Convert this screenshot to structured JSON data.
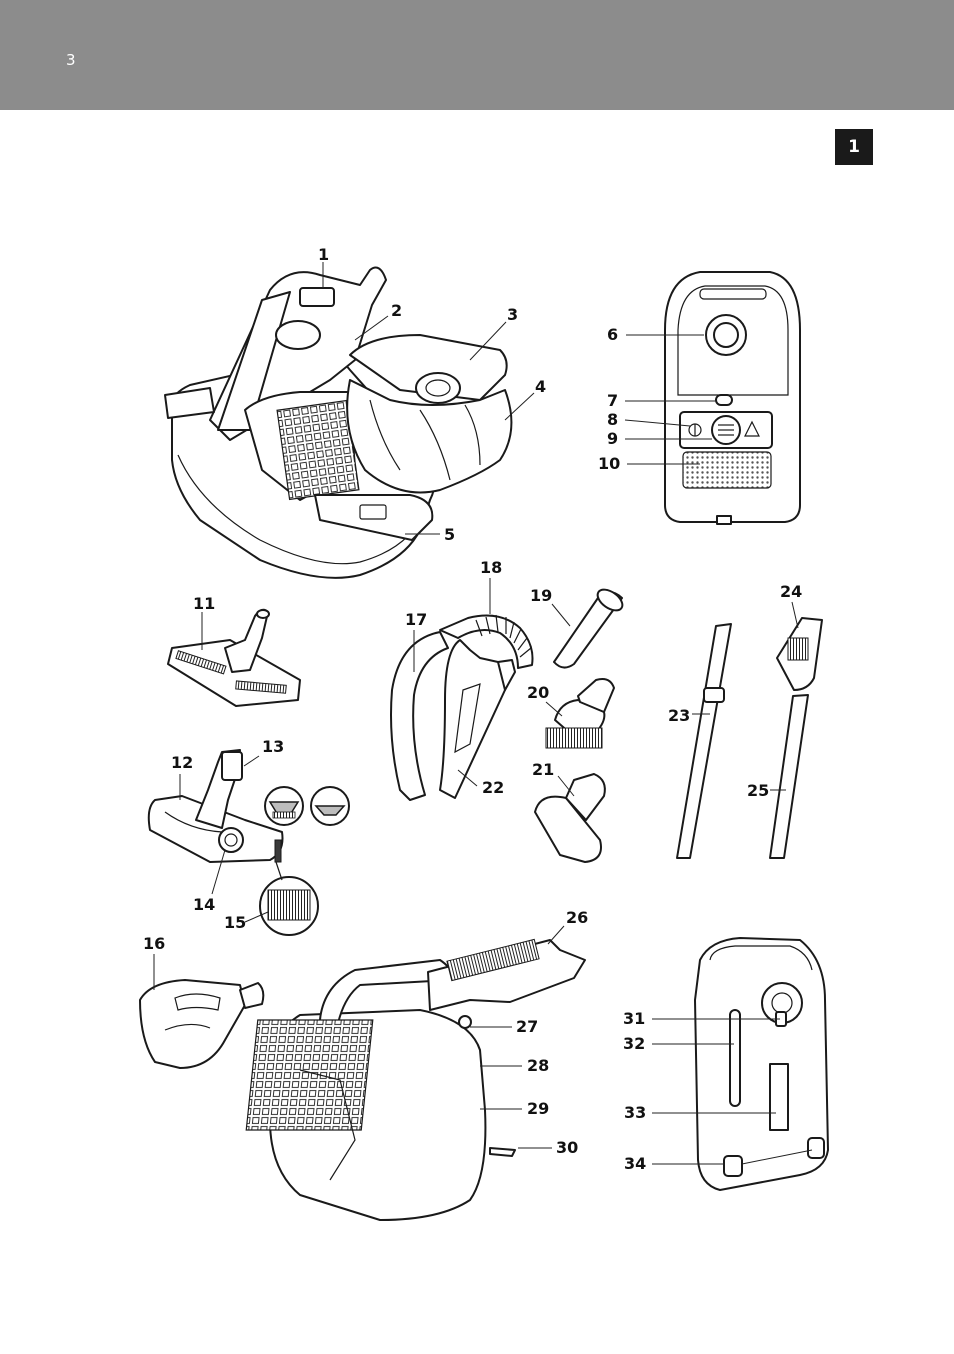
{
  "header": {
    "page_number": "3"
  },
  "figure_tab": {
    "label": "1"
  },
  "callouts": {
    "c1": "1",
    "c2": "2",
    "c3": "3",
    "c4": "4",
    "c5": "5",
    "c6": "6",
    "c7": "7",
    "c8": "8",
    "c9": "9",
    "c10": "10",
    "c11": "11",
    "c12": "12",
    "c13": "13",
    "c14": "14",
    "c15": "15",
    "c16": "16",
    "c17": "17",
    "c18": "18",
    "c19": "19",
    "c20": "20",
    "c21": "21",
    "c22": "22",
    "c23": "23",
    "c24": "24",
    "c25": "25",
    "c26": "26",
    "c27": "27",
    "c28": "28",
    "c29": "29",
    "c30": "30",
    "c31": "31",
    "c32": "32",
    "c33": "33",
    "c34": "34"
  },
  "colors": {
    "header": "#8c8c8c",
    "tab": "#1a1a1a",
    "line": "#1a1a1a"
  }
}
